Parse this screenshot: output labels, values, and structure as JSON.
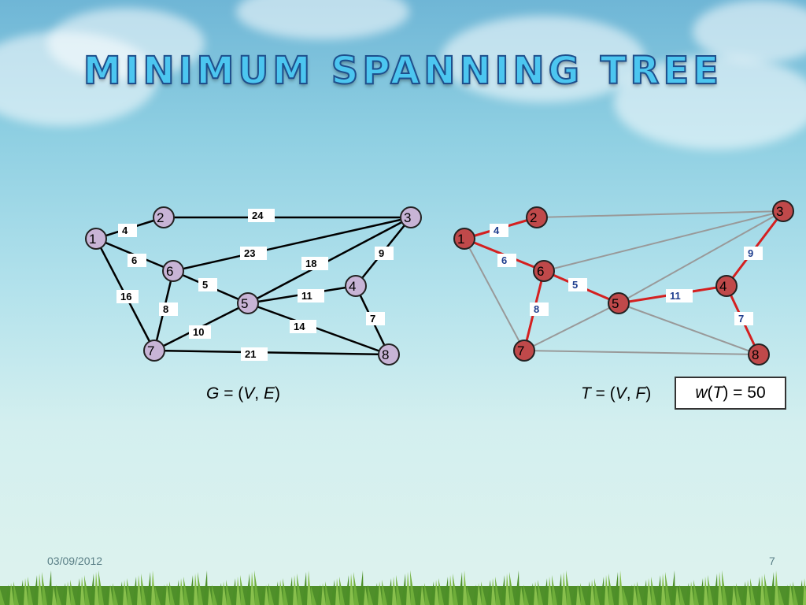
{
  "title": "MINIMUM SPANNING TREE",
  "footer": {
    "date": "03/09/2012",
    "page": "7"
  },
  "colors": {
    "graph_node": "#c8b4d6",
    "tree_node": "#c0494a",
    "tree_edge": "#d42020",
    "non_tree_edge": "#999999",
    "edge": "#000000",
    "tree_weight_text": "#1f3e8e"
  },
  "graph_left": {
    "caption": {
      "symbol": "G",
      "eq": "= (",
      "v": "V",
      "sep": ",",
      "e": "E",
      "close": ")"
    },
    "nodes": [
      "1",
      "2",
      "3",
      "4",
      "5",
      "6",
      "7",
      "8"
    ],
    "edges": [
      {
        "from": "1",
        "to": "2",
        "weight": "4"
      },
      {
        "from": "1",
        "to": "6",
        "weight": "6"
      },
      {
        "from": "1",
        "to": "7",
        "weight": "16"
      },
      {
        "from": "2",
        "to": "3",
        "weight": "24"
      },
      {
        "from": "6",
        "to": "3",
        "weight": "23"
      },
      {
        "from": "5",
        "to": "3",
        "weight": "18"
      },
      {
        "from": "3",
        "to": "4",
        "weight": "9"
      },
      {
        "from": "6",
        "to": "5",
        "weight": "5"
      },
      {
        "from": "6",
        "to": "7",
        "weight": "8"
      },
      {
        "from": "5",
        "to": "4",
        "weight": "11"
      },
      {
        "from": "5",
        "to": "8",
        "weight": "14"
      },
      {
        "from": "7",
        "to": "5",
        "weight": "10"
      },
      {
        "from": "4",
        "to": "8",
        "weight": "7"
      },
      {
        "from": "7",
        "to": "8",
        "weight": "21"
      }
    ]
  },
  "graph_right": {
    "caption": {
      "symbol": "T",
      "eq": "= (",
      "v": "V",
      "sep": ",",
      "f": "F",
      "close": ")"
    },
    "weight_box": {
      "w": "w",
      "open": "(",
      "t": "T",
      "rest": ") = 50"
    },
    "nodes": [
      "1",
      "2",
      "3",
      "4",
      "5",
      "6",
      "7",
      "8"
    ],
    "tree_edges": [
      {
        "from": "1",
        "to": "2",
        "weight": "4"
      },
      {
        "from": "1",
        "to": "6",
        "weight": "6"
      },
      {
        "from": "6",
        "to": "5",
        "weight": "5"
      },
      {
        "from": "6",
        "to": "7",
        "weight": "8"
      },
      {
        "from": "5",
        "to": "4",
        "weight": "11"
      },
      {
        "from": "3",
        "to": "4",
        "weight": "9"
      },
      {
        "from": "4",
        "to": "8",
        "weight": "7"
      }
    ],
    "non_tree_edges": [
      {
        "from": "1",
        "to": "7"
      },
      {
        "from": "2",
        "to": "3"
      },
      {
        "from": "6",
        "to": "3"
      },
      {
        "from": "5",
        "to": "3"
      },
      {
        "from": "5",
        "to": "8"
      },
      {
        "from": "7",
        "to": "5"
      },
      {
        "from": "7",
        "to": "8"
      }
    ]
  }
}
